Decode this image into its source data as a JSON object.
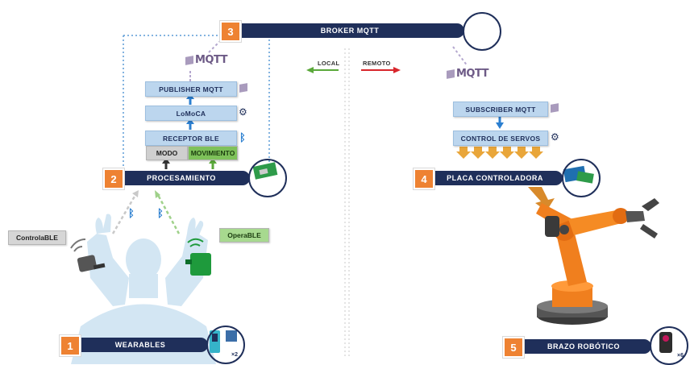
{
  "steps": {
    "broker": {
      "number": "3",
      "label": "BROKER MQTT"
    },
    "procesamiento": {
      "number": "2",
      "label": "PROCESAMIENTO"
    },
    "placa": {
      "number": "4",
      "label": "PLACA CONTROLADORA"
    },
    "wearables": {
      "number": "1",
      "label": "WEARABLES"
    },
    "brazo": {
      "number": "5",
      "label": "BRAZO ROBÓTICO"
    }
  },
  "mqtt_logo_left": "MQTT",
  "mqtt_logo_right": "MQTT",
  "left_stack": {
    "publisher": "PUBLISHER MQTT",
    "lomoca": "LoMoCA",
    "receptor": "RECEPTOR BLE",
    "modo": "MODO",
    "movimiento": "MOVIMIENTO"
  },
  "right_stack": {
    "subscriber": "SUBSCRIBER MQTT",
    "control": "CONTROL DE SERVOS"
  },
  "direction": {
    "local": "LOCAL",
    "remoto": "REMOTO"
  },
  "devices": {
    "left": "ControlaBLE",
    "right": "OperaBLE"
  },
  "multipliers": {
    "wearables": "×2",
    "brazo": "×6"
  },
  "colors": {
    "navy": "#1f2f5a",
    "orange": "#ee8232",
    "box_blue": "#bcd6ee",
    "arrow_blue": "#2b7fd0",
    "green": "#5aa83a",
    "red": "#d8262c"
  }
}
